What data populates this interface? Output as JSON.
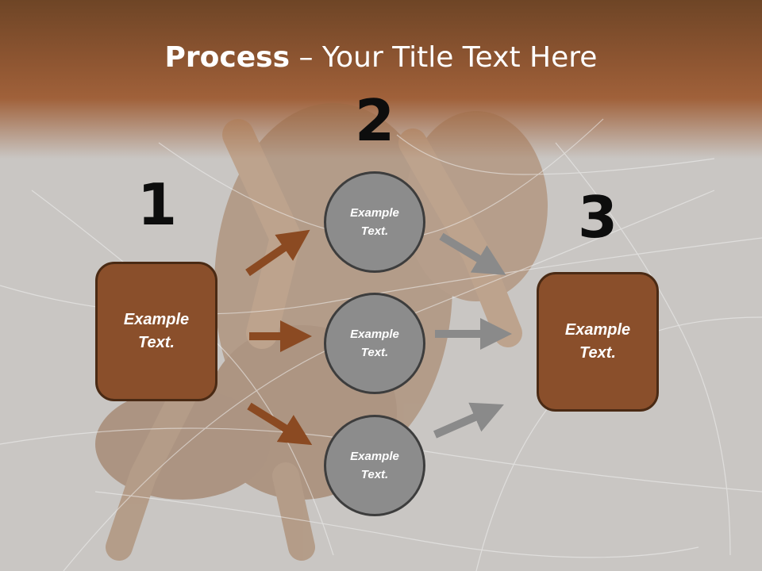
{
  "title": {
    "bold": "Process",
    "rest": " – Your Title Text Here"
  },
  "numbers": {
    "one": "1",
    "two": "2",
    "three": "3"
  },
  "left_box": {
    "line1": "Example",
    "line2": "Text."
  },
  "circles": [
    {
      "line1": "Example",
      "line2": "Text."
    },
    {
      "line1": "Example",
      "line2": "Text."
    },
    {
      "line1": "Example",
      "line2": "Text."
    }
  ],
  "right_box": {
    "line1": "Example",
    "line2": "Text."
  },
  "colors": {
    "brown_box": "#8a4f2b",
    "brown_arrow": "#8b4a22",
    "gray_circle": "#8c8c8c",
    "gray_arrow": "#8a8a8a",
    "header": "#8f5632"
  }
}
